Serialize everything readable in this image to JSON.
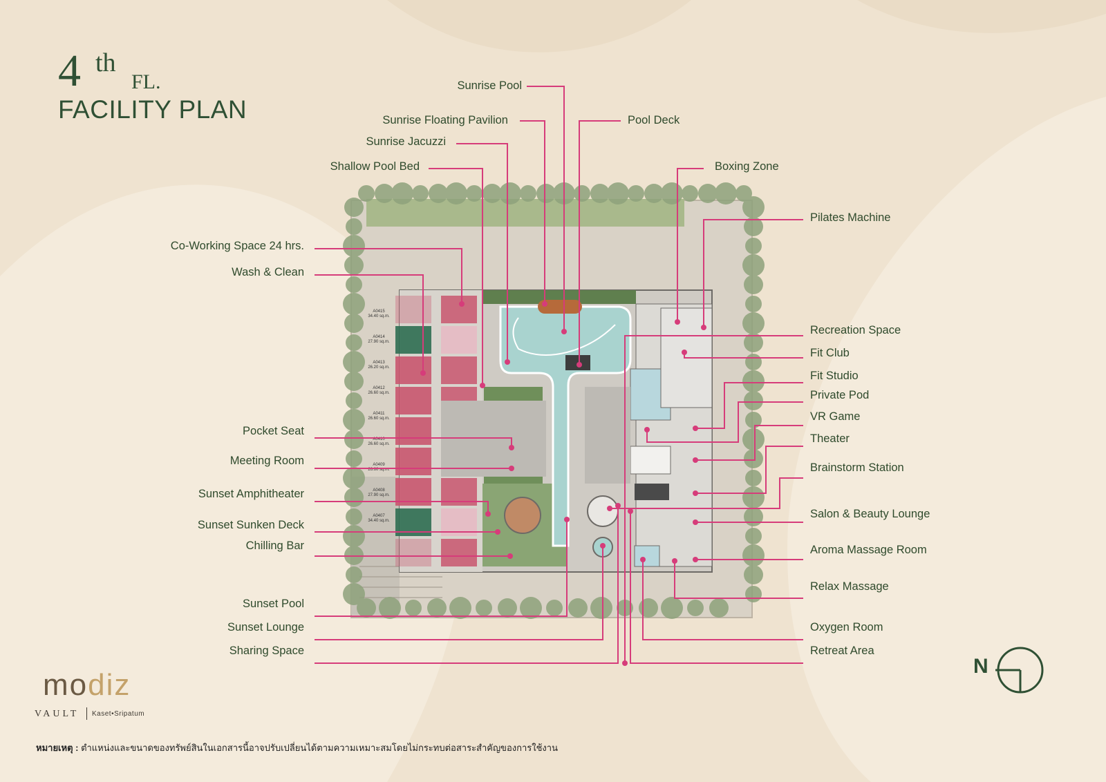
{
  "title": {
    "number": "4",
    "ordinal": "th",
    "floor": "FL.",
    "main": "FACILITY PLAN"
  },
  "labels": {
    "top": [
      "Sunrise Pool",
      "Sunrise Floating Pavilion",
      "Pool Deck",
      "Sunrise Jacuzzi",
      "Shallow Pool Bed",
      "Boxing Zone"
    ],
    "left": [
      "Co-Working Space 24 hrs.",
      "Wash & Clean",
      "Pocket Seat",
      "Meeting Room",
      "Sunset Amphitheater",
      "Sunset Sunken Deck",
      "Chilling Bar",
      "Sunset Pool",
      "Sunset Lounge",
      "Sharing Space"
    ],
    "right": [
      "Pilates Machine",
      "Recreation Space",
      "Fit Club",
      "Fit Studio",
      "Private Pod",
      "VR Game",
      "Theater",
      "Brainstorm Station",
      "Salon & Beauty Lounge",
      "Aroma Massage Room",
      "Relax Massage",
      "Oxygen Room",
      "Retreat Area"
    ]
  },
  "units": [
    {
      "id": "A0415",
      "area": "34.40 sq.m."
    },
    {
      "id": "A0414",
      "area": "27.90 sq.m."
    },
    {
      "id": "A0413",
      "area": "26.20 sq.m."
    },
    {
      "id": "A0412",
      "area": "26.60 sq.m."
    },
    {
      "id": "A0411",
      "area": "26.60 sq.m."
    },
    {
      "id": "A0410",
      "area": "26.60 sq.m."
    },
    {
      "id": "A0409",
      "area": "26.60 sq.m."
    },
    {
      "id": "A0408",
      "area": "27.90 sq.m."
    },
    {
      "id": "A0407",
      "area": "34.40 sq.m."
    }
  ],
  "logo": {
    "brand_a": "mo",
    "brand_b": "diz",
    "line": "VAULT",
    "location": "Kaset•Sripatum"
  },
  "north": "N",
  "note": {
    "label": "หมายเหตุ :",
    "text": " ตำแหน่งและขนาดของทรัพย์สินในเอกสารนี้อาจปรับเปลี่ยนได้ตามความเหมาะสมโดยไม่กระทบต่อสาระสำคัญของการใช้งาน"
  },
  "colors": {
    "background": "#efe3d0",
    "title": "#2f5034",
    "leader": "#d63c7a",
    "pool": "#a9d3cf",
    "unit_pink": "#c9566f",
    "unit_green": "#2f6e52",
    "deck": "#c9c6c0",
    "landscape": "#7f9a6e"
  }
}
